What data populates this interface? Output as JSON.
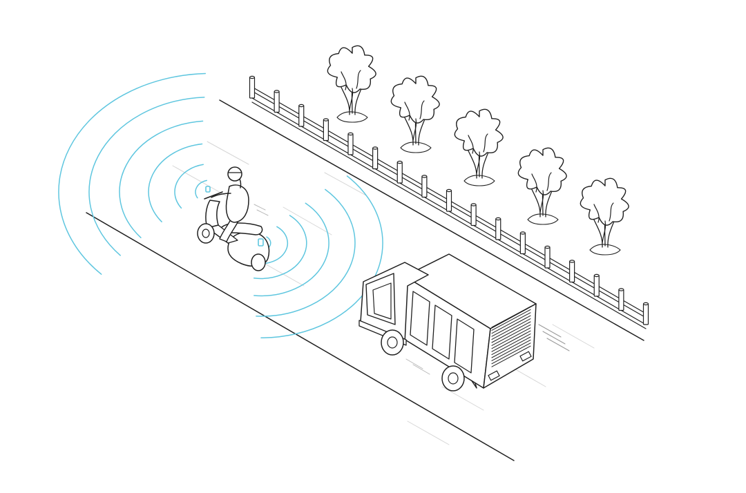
{
  "scene": {
    "background": "#ffffff",
    "line_color": "#1f1f1f",
    "accent_color": "#5ec6df",
    "subjects": [
      "road",
      "fence",
      "trees",
      "scooter-rider",
      "truck",
      "sensor-waves"
    ],
    "tree_count": 5,
    "scooter_wave_rings": 6,
    "front_wave_rings": 6
  }
}
